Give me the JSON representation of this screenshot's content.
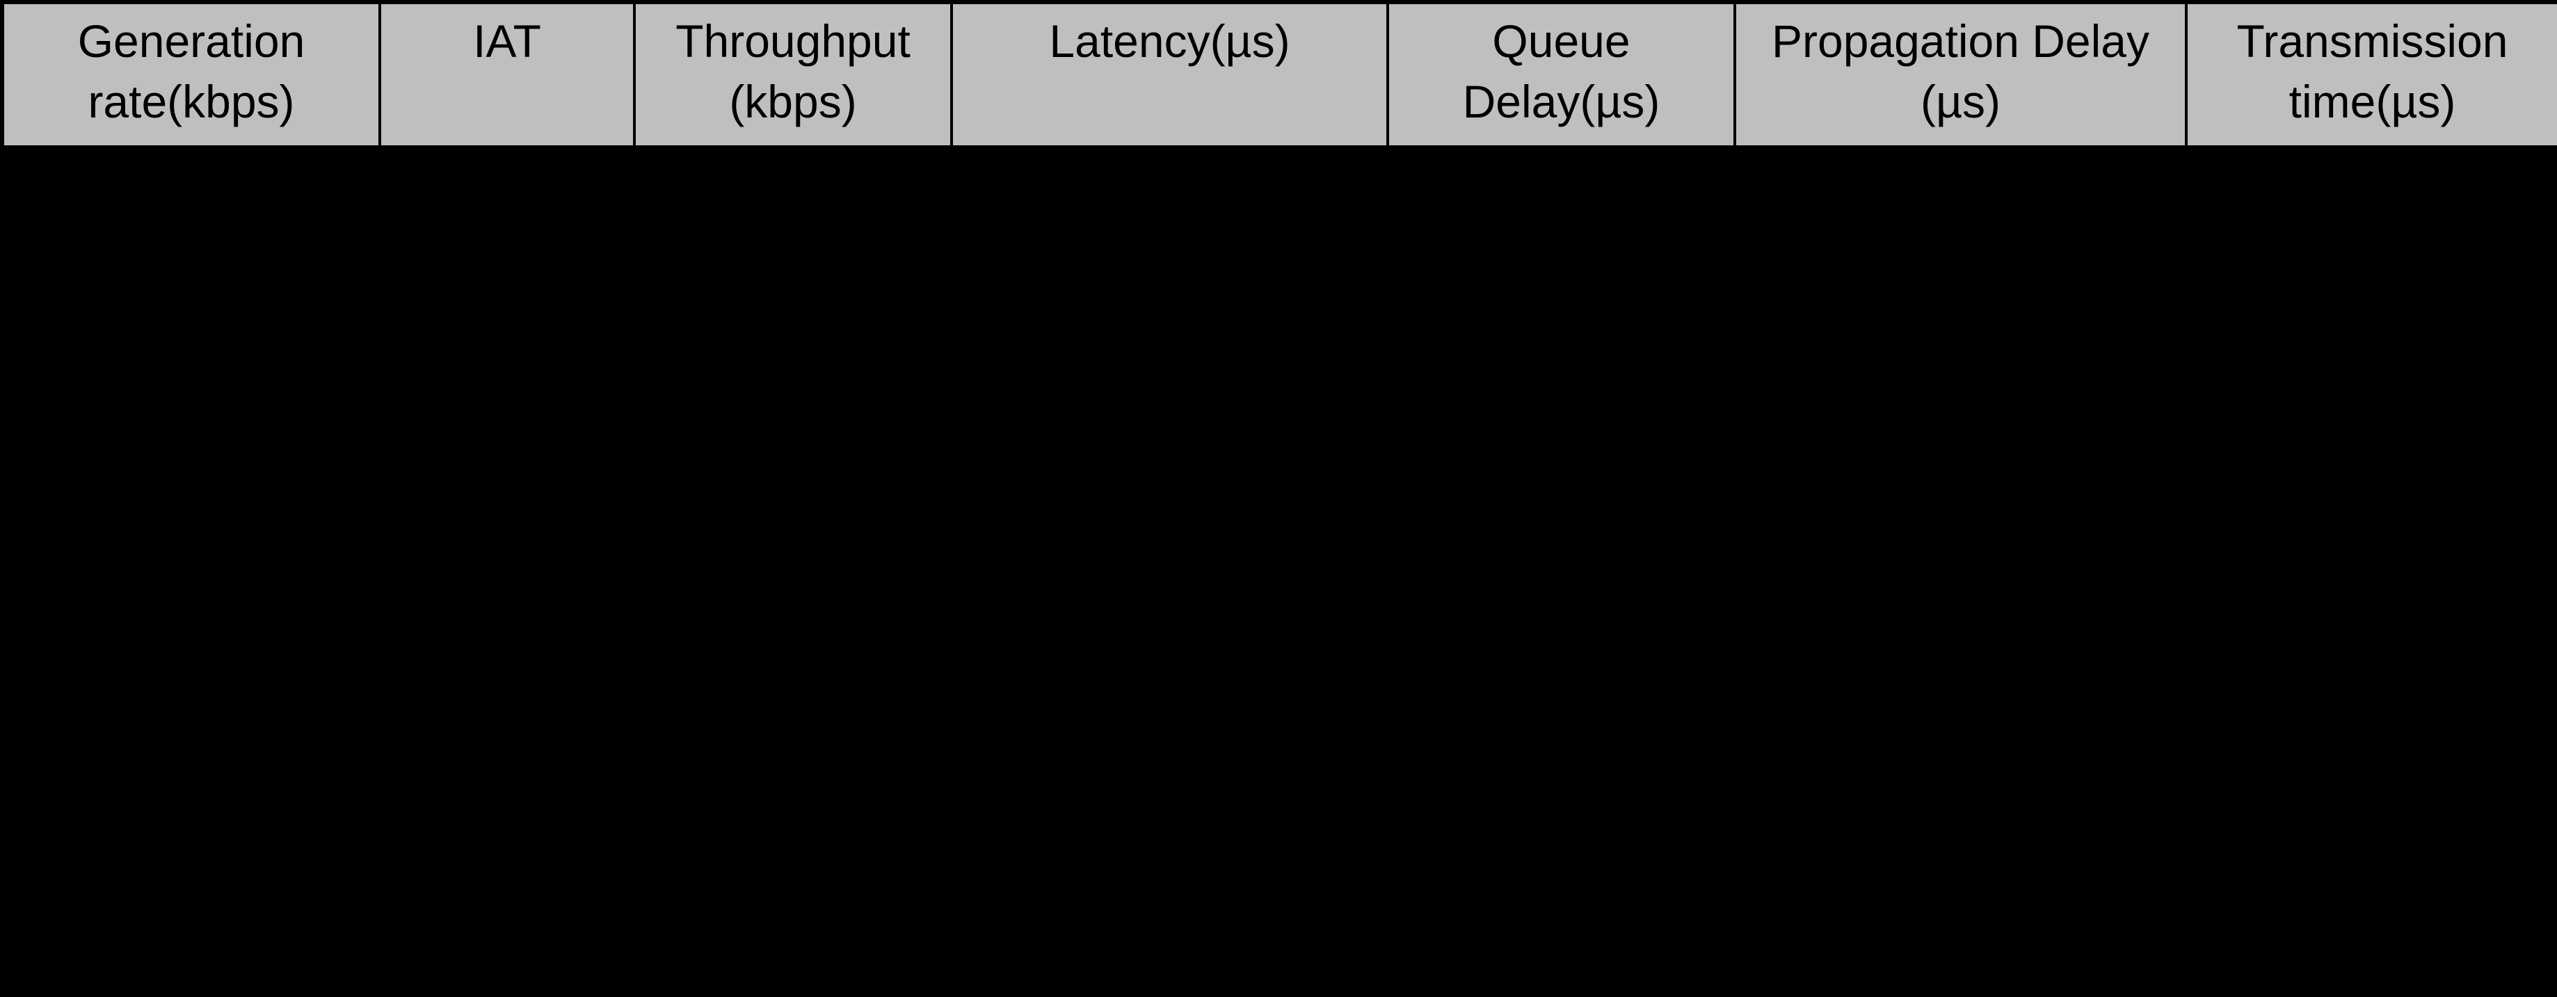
{
  "canvas": {
    "background_color": "#000000"
  },
  "table": {
    "header_fill_color": "#bfbfbf",
    "border_color": "#000000",
    "text_color": "#000000",
    "columns": [
      {
        "label": "Generation\nrate(kbps)"
      },
      {
        "label": "IAT"
      },
      {
        "label": "Throughput\n(kbps)"
      },
      {
        "label": "Latency(µs)"
      },
      {
        "label": "Queue\nDelay(µs)"
      },
      {
        "label": "Propagation Delay\n(µs)"
      },
      {
        "label": "Transmission\ntime(µs)"
      }
    ],
    "rows": []
  },
  "chart_data": {
    "type": "table",
    "columns": [
      "Generation rate(kbps)",
      "IAT",
      "Throughput (kbps)",
      "Latency(µs)",
      "Queue Delay(µs)",
      "Propagation Delay (µs)",
      "Transmission time(µs)"
    ],
    "rows": []
  }
}
